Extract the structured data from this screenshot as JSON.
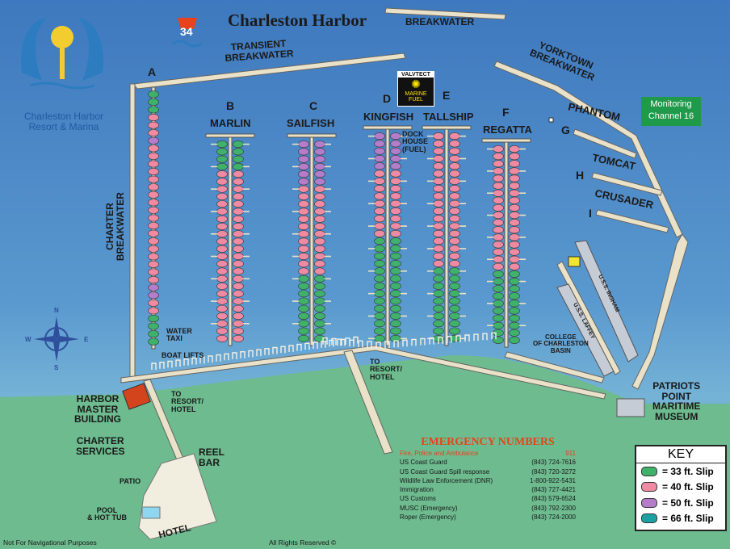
{
  "title": "Charleston Harbor",
  "brand": {
    "name_line1": "Charleston Harbor",
    "name_line2": "Resort & Marina"
  },
  "badge": "34",
  "breakwaters": {
    "top": "BREAKWATER",
    "transient": "TRANSIENT\nBREAKWATER",
    "yorktown": "YORKTOWN\nBREAKWATER",
    "charter": "CHARTER\nBREAKWATER"
  },
  "monitoring": "Monitoring\nChannel 16",
  "fuel_brand": "VALVTECT",
  "fuel_sub": "MARINE FUEL",
  "docks": [
    {
      "letter": "A",
      "name": ""
    },
    {
      "letter": "B",
      "name": "MARLIN"
    },
    {
      "letter": "C",
      "name": "SAILFISH"
    },
    {
      "letter": "D",
      "name": "KINGFISH"
    },
    {
      "letter": "E",
      "name": "TALLSHIP"
    },
    {
      "letter": "F",
      "name": "REGATTA"
    },
    {
      "letter": "G",
      "name": "PHANTOM"
    },
    {
      "letter": "H",
      "name": "TOMCAT"
    },
    {
      "letter": "I",
      "name": "CRUSADER"
    }
  ],
  "labels": {
    "dock_house": "DOCK\nHOUSE\n(FUEL)",
    "water_taxi": "WATER\nTAXI",
    "boat_lifts": "BOAT LIFTS",
    "to_resort_hotel_1": "TO\nRESORT/\nHOTEL",
    "to_resort_hotel_2": "TO\nRESORT/\nHOTEL",
    "harbor_master": "HARBOR\nMASTER\nBUILDING",
    "charter_services": "CHARTER\nSERVICES",
    "reel_bar": "REEL\nBAR",
    "patio": "PATIO",
    "pool": "POOL\n& HOT TUB",
    "hotel": "HOTEL",
    "college_basin": "COLLEGE\nOF CHARLESTON\nBASIN",
    "ingham": "U.S.S. INGHAM",
    "laffey": "U.S.S. LAFFEY",
    "patriots_point": "PATRIOTS\nPOINT\nMARITIME\nMUSEUM"
  },
  "compass": {
    "n": "N",
    "e": "E",
    "s": "S",
    "w": "W"
  },
  "emergency": {
    "title": "EMERGENCY NUMBERS",
    "rows": [
      {
        "label": "Fire, Police and Ambulance",
        "number": "911"
      },
      {
        "label": "US Coast Guard",
        "number": "(843) 724-7616"
      },
      {
        "label": "US Coast Guard Spill response",
        "number": "(843) 720-3272"
      },
      {
        "label": "Wildlife Law Enforcement (DNR)",
        "number": "1-800-922-5431"
      },
      {
        "label": "Immigration",
        "number": "(843) 727-4421"
      },
      {
        "label": "US Customs",
        "number": "(843) 579-6524"
      },
      {
        "label": "MUSC (Emergency)",
        "number": "(843) 792-2300"
      },
      {
        "label": "Roper (Emergency)",
        "number": "(843) 724-2000"
      }
    ]
  },
  "key": {
    "title": "KEY",
    "items": [
      {
        "label": "= 33 ft. Slip",
        "color": "#3fb16a"
      },
      {
        "label": "= 40 ft. Slip",
        "color": "#f08aa2"
      },
      {
        "label": "= 50 ft. Slip",
        "color": "#b47cc9"
      },
      {
        "label": "= 66 ft. Slip",
        "color": "#1aa1a3"
      }
    ]
  },
  "footer": {
    "left": "Not For Navigational Purposes",
    "mid": "All Rights Reserved ©"
  },
  "colors": {
    "dock": "#ece4c8",
    "dock_edge": "#5a5a5a",
    "water": "#5a99cf",
    "land": "#6dbb8e",
    "harbor_master": "#d4441c"
  }
}
